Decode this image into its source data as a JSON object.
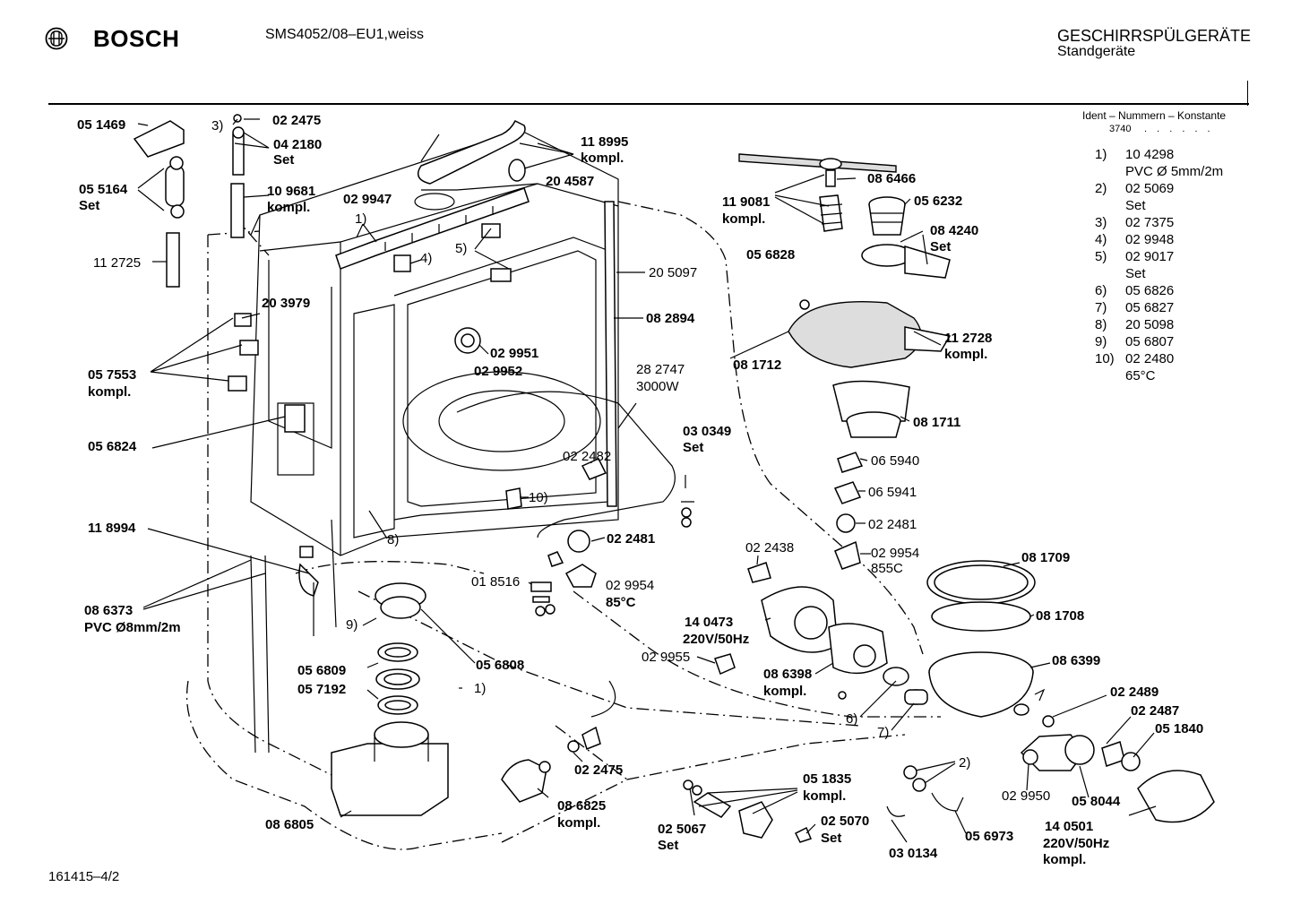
{
  "header": {
    "brand": "BOSCH",
    "model": "SMS4052/08–EU1,weiss",
    "category_line1": "GESCHIRRSPÜLGERÄTE",
    "category_line2": "Standgeräte"
  },
  "ident": {
    "title": "Ident – Nummern – Konstante",
    "code": "3740",
    "dots": ". . . . . .",
    "items": [
      {
        "n": "1)",
        "v": "10 4298"
      },
      {
        "n": "",
        "v": "PVC Ø 5mm/2m"
      },
      {
        "n": "2)",
        "v": "02 5069"
      },
      {
        "n": "",
        "v": "Set"
      },
      {
        "n": "3)",
        "v": "02 7375"
      },
      {
        "n": "4)",
        "v": "02 9948"
      },
      {
        "n": "5)",
        "v": "02 9017"
      },
      {
        "n": "",
        "v": "Set"
      },
      {
        "n": "6)",
        "v": "05 6826"
      },
      {
        "n": "7)",
        "v": "05 6827"
      },
      {
        "n": "8)",
        "v": "20 5098"
      },
      {
        "n": "9)",
        "v": "05 6807"
      },
      {
        "n": "10)",
        "v": "02 2480"
      },
      {
        "n": "",
        "v": "65°C"
      }
    ]
  },
  "labels": {
    "l051469": "05 1469",
    "l3": "3)",
    "l022475a": "02 2475",
    "l042180": "04 2180",
    "lset1": "Set",
    "l055164": "05 5164",
    "lset2": "Set",
    "l109681": "10 9681",
    "lkompl1": "kompl.",
    "l112725": "11 2725",
    "l029947": "02 9947",
    "l1a": "1)",
    "l118995": "11 8995",
    "lkompl2": "kompl.",
    "l204587": "20 4587",
    "l4": "4)",
    "l5": "5)",
    "l205097": "20 5097",
    "l203979": "20 3979",
    "l082894": "08 2894",
    "l029951": "02 9951",
    "l029952": "02 9952",
    "l057553": "05 7553",
    "lkompl3": "kompl.",
    "l282747": "28 2747",
    "l3000w": "3000W",
    "l056824": "05 6824",
    "l022482": "02 2482",
    "l030349": "03 0349",
    "lset3": "Set",
    "l10": "10)",
    "l118994": "11 8994",
    "l8": "8)",
    "l022481a": "02 2481",
    "l018516": "01 8516",
    "l029954a": "02 9954",
    "l85c": "85°C",
    "l086373": "08 6373",
    "lpvc8": "PVC Ø8mm/2m",
    "l9": "9)",
    "l056809": "05 6809",
    "l056808": "05 6808",
    "l057192": "05 7192",
    "l1b": "1)",
    "l022475b": "02 2475",
    "l086805": "08 6805",
    "l086825": "08 6825",
    "lkompl4": "kompl.",
    "l051835": "05 1835",
    "lkompl5": "kompl.",
    "l025067": "02 5067",
    "lset4": "Set",
    "l025070": "02 5070",
    "lset5": "Set",
    "l119081": "11 9081",
    "lkompl6": "kompl.",
    "l086466": "08 6466",
    "l056232": "05 6232",
    "l084240": "08 4240",
    "lset6": "Set",
    "l056828": "05 6828",
    "l112728": "11 2728",
    "lkompl7": "kompl.",
    "l081712": "08 1712",
    "l081711": "08 1711",
    "l065940": "06 5940",
    "l065941": "06 5941",
    "l022481b": "02 2481",
    "l029954b": "02 9954",
    "l855c": "855C",
    "l022438": "02 2438",
    "l081709": "08 1709",
    "l140473": "14 0473",
    "l220v1": "220V/50Hz",
    "l081708": "08 1708",
    "l029955": "02 9955",
    "l086398": "08 6398",
    "lkompl8": "kompl.",
    "l086399": "08 6399",
    "l6": "6)",
    "l7": "7)",
    "l022489": "02 2489",
    "l022487": "02 2487",
    "l051840": "05 1840",
    "l2": "2)",
    "l029950": "02 9950",
    "l058044": "05 8044",
    "l056973": "05 6973",
    "l030134": "03 0134",
    "l140501": "14 0501",
    "l220v2": "220V/50Hz",
    "lkompl9": "kompl."
  },
  "footer": "161415–4/2"
}
